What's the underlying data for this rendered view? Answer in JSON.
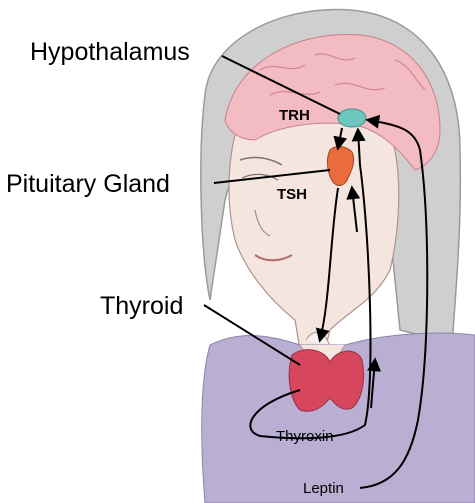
{
  "labels": {
    "hypothalamus": "Hypothalamus",
    "pituitary": "Pituitary Gland",
    "thyroid": "Thyroid",
    "trh": "TRH",
    "tsh": "TSH",
    "thyroxin": "Thyroxin",
    "leptin": "Leptin"
  },
  "colors": {
    "hair": "#c9c9c9",
    "brain": "#f2bcc2",
    "skin": "#f4e6df",
    "shirt": "#b8afd3",
    "hypothalamus": "#6cc7bf",
    "pituitary": "#ea6c3c",
    "thyroid": "#d6475e",
    "arrow": "#000000"
  }
}
